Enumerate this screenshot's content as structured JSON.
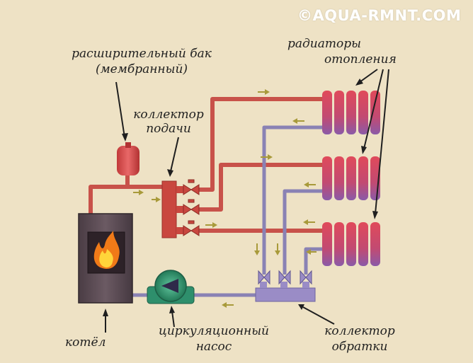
{
  "watermark": "©AQUA-RMNT.COM",
  "labels": {
    "expansion_tank_1": "расширительный бак",
    "expansion_tank_2": "(мембранный)",
    "supply_collector_1": "коллектор",
    "supply_collector_2": "подачи",
    "radiators_1": "радиаторы",
    "radiators_2": "отопления",
    "boiler": "котёл",
    "pump_1": "циркуляционный",
    "pump_2": "насос",
    "return_collector_1": "коллектор",
    "return_collector_2": "обратки"
  },
  "colors": {
    "background": "#eee2c5",
    "supply_pipe": "#c8524a",
    "return_pipe": "#8a82b4",
    "flow_arrow": "#a89a3a",
    "pump": "#2e8f6c",
    "boiler": "#5a4a52"
  },
  "icons": [
    "flame-icon",
    "valve-icon",
    "flow-arrow-icon",
    "pump-icon",
    "radiator-icon"
  ]
}
